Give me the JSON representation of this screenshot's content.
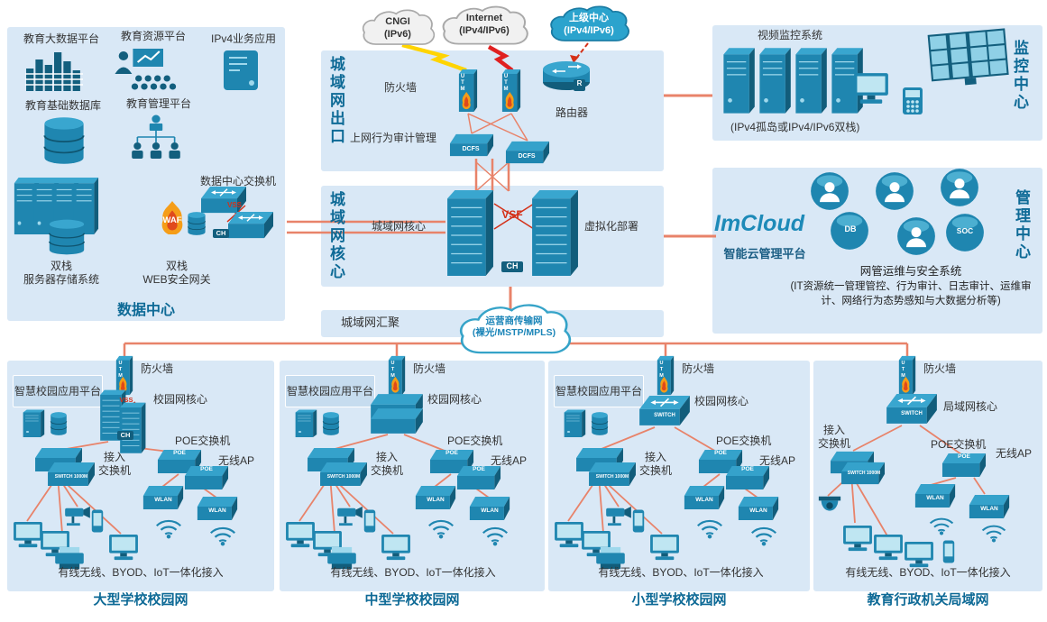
{
  "clouds": {
    "cngi": {
      "l1": "CNGI",
      "l2": "(IPv6)"
    },
    "internet": {
      "l1": "Internet",
      "l2": "(IPv4/IPv6)"
    },
    "upper_center": {
      "l1": "上级中心",
      "l2": "(IPv4/IPv6)"
    },
    "carrier": {
      "l1": "运营商传输网",
      "l2": "(裸光/MSTP/MPLS)"
    }
  },
  "data_center": {
    "title": "数据中心",
    "big_data_platform": "教育大数据平台",
    "resource_platform": "教育资源平台",
    "ipv4_app": "IPv4业务应用",
    "basic_database": "教育基础数据库",
    "mgmt_platform": "教育管理平台",
    "dc_switch": "数据中心交换机",
    "dual_stack_storage": "双栈\n服务器存储系统",
    "dual_stack_web_gw": "双栈\nWEB安全网关"
  },
  "man_exit": {
    "title": "城域网出口",
    "firewall": "防火墙",
    "audit": "上网行为审计管理",
    "router": "路由器"
  },
  "man_core": {
    "title": "城域网核心",
    "core_label": "城域网核心",
    "virtualization": "虚拟化部署"
  },
  "aggregation": {
    "label": "城域网汇聚"
  },
  "monitoring": {
    "title": "监控中心",
    "video_system": "视频监控系统",
    "note": "(IPv4孤岛或IPv4/IPv6双栈)"
  },
  "management": {
    "title": "管理中心",
    "brand": "ImCloud",
    "platform": "智能云管理平台",
    "nms_title": "网管运维与安全系统",
    "nms_desc": "(IT资源统一管理管控、行为审计、日志审计、运维审计、网络行为态势感知与大数据分析等)"
  },
  "campuses": [
    {
      "title": "大型学校校园网",
      "app_platform": "智慧校园应用平台",
      "firewall": "防火墙",
      "core": "校园网核心",
      "access": "接入\n交换机",
      "poe": "POE交换机",
      "ap": "无线AP",
      "converged": "有线无线、BYOD、IoT一体化接入"
    },
    {
      "title": "中型学校校园网",
      "app_platform": "智慧校园应用平台",
      "firewall": "防火墙",
      "core": "校园网核心",
      "access": "接入\n交换机",
      "poe": "POE交换机",
      "ap": "无线AP",
      "converged": "有线无线、BYOD、IoT一体化接入"
    },
    {
      "title": "小型学校校园网",
      "app_platform": "智慧校园应用平台",
      "firewall": "防火墙",
      "core": "校园网核心",
      "access": "接入\n交换机",
      "poe": "POE交换机",
      "ap": "无线AP",
      "converged": "有线无线、BYOD、IoT一体化接入"
    },
    {
      "title": "教育行政机关局域网",
      "firewall": "防火墙",
      "core": "局域网核心",
      "access": "接入\n交换机",
      "poe": "POE交换机",
      "ap": "无线AP",
      "converged": "有线无线、BYOD、IoT一体化接入"
    }
  ],
  "device_labels": {
    "utm": "UTM",
    "dcfs": "DCFS",
    "router_r": "R",
    "vsf": "VSF",
    "vss": "VSS",
    "ch": "CH",
    "waf": "WAF",
    "wlan": "WLAN",
    "poe": "POE",
    "switch_1000m": "SWITCH 1000M",
    "switch_txt": "SWITCH",
    "db": "DB",
    "soc": "SOC"
  }
}
